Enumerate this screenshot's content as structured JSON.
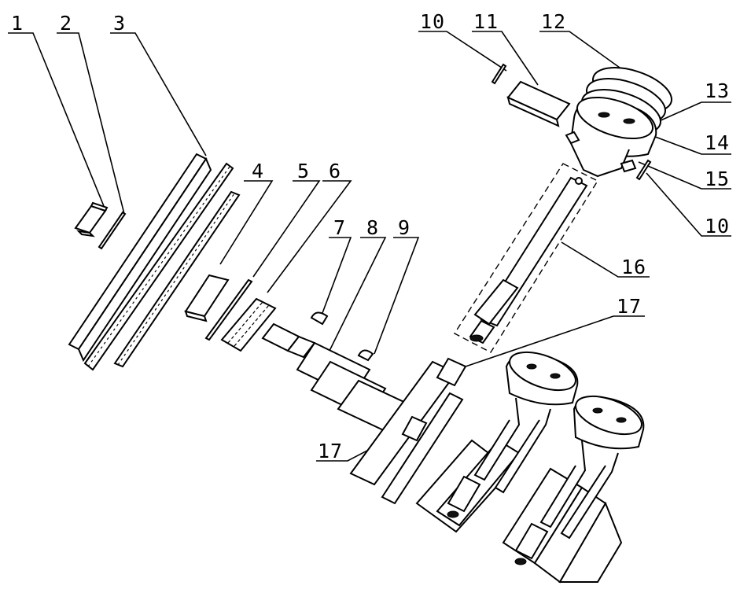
{
  "callouts": [
    {
      "id": "c1",
      "label": "1"
    },
    {
      "id": "c2",
      "label": "2"
    },
    {
      "id": "c3",
      "label": "3"
    },
    {
      "id": "c4",
      "label": "4"
    },
    {
      "id": "c5",
      "label": "5"
    },
    {
      "id": "c6",
      "label": "6"
    },
    {
      "id": "c7",
      "label": "7"
    },
    {
      "id": "c8",
      "label": "8"
    },
    {
      "id": "c9",
      "label": "9"
    },
    {
      "id": "c10a",
      "label": "10"
    },
    {
      "id": "c11",
      "label": "11"
    },
    {
      "id": "c12",
      "label": "12"
    },
    {
      "id": "c13",
      "label": "13"
    },
    {
      "id": "c14",
      "label": "14"
    },
    {
      "id": "c15",
      "label": "15"
    },
    {
      "id": "c10b",
      "label": "10"
    },
    {
      "id": "c16",
      "label": "16"
    },
    {
      "id": "c17a",
      "label": "17"
    },
    {
      "id": "c17b",
      "label": "17"
    }
  ]
}
